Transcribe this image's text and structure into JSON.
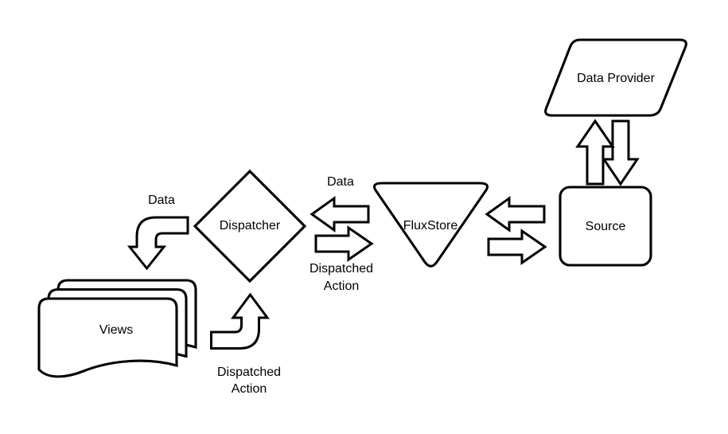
{
  "diagram": {
    "type": "flux-architecture-flow",
    "background_color": "#ffffff",
    "stroke_color": "#000000",
    "shape_fill_color": "#ffffff",
    "text_color": "#000000",
    "nodes": {
      "views": {
        "label": "Views",
        "shape": "multi-document-stack"
      },
      "dispatcher": {
        "label": "Dispatcher",
        "shape": "diamond"
      },
      "flux_store": {
        "label": "FluxStore",
        "shape": "inverted-triangle"
      },
      "source": {
        "label": "Source",
        "shape": "rounded-rectangle"
      },
      "data_provider": {
        "label": "Data Provider",
        "shape": "parallelogram"
      }
    },
    "edges": {
      "dispatcher_to_views": {
        "label": "Data",
        "type": "curved-block-arrow-down"
      },
      "views_to_dispatcher": {
        "label_line1": "Dispatched",
        "label_line2": "Action",
        "type": "curved-block-arrow-up"
      },
      "flux_store_to_dispatcher": {
        "label": "Data",
        "type": "block-arrow-left"
      },
      "dispatcher_to_flux_store": {
        "label_line1": "Dispatched",
        "label_line2": "Action",
        "type": "block-arrow-right"
      },
      "source_to_flux_store": {
        "type": "block-arrow-left"
      },
      "flux_store_to_source": {
        "type": "block-arrow-right"
      },
      "source_to_data_provider": {
        "type": "block-arrow-up"
      },
      "data_provider_to_source": {
        "type": "block-arrow-down"
      }
    }
  }
}
